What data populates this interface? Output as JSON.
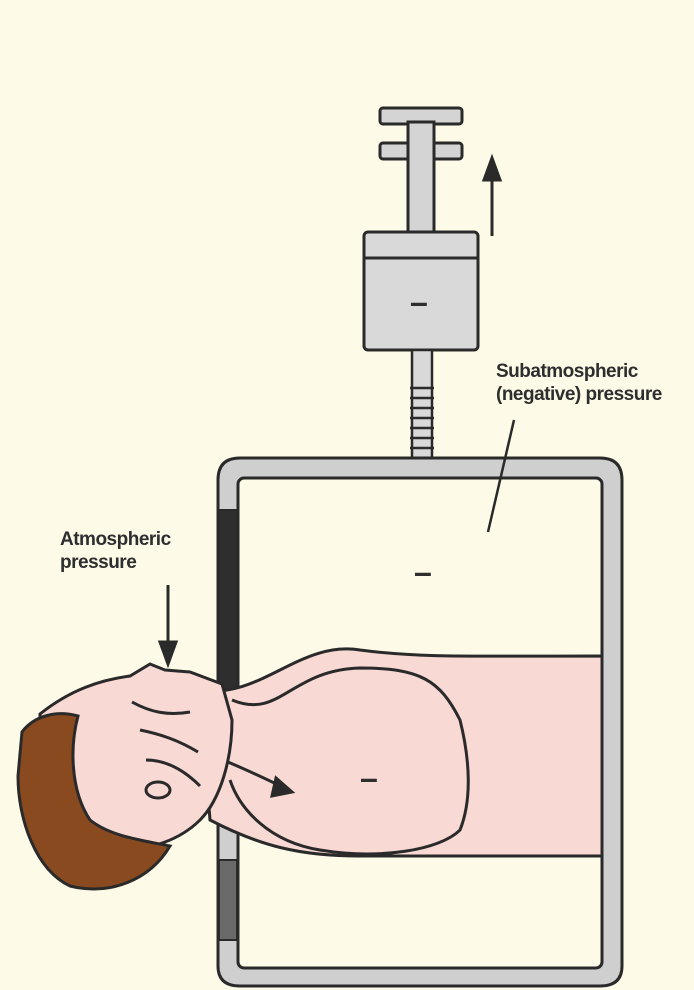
{
  "labels": {
    "atmospheric": [
      "Atmospheric",
      "pressure"
    ],
    "subatmospheric": [
      "Subatmospheric",
      "(negative) pressure"
    ]
  },
  "signs": {
    "syringe": "–",
    "chamber": "–",
    "chest": "–"
  },
  "colors": {
    "background": "#fdfbe8",
    "skin": "#f8d9d4",
    "hair": "#8a4a1f",
    "frame": "#cfcfcf",
    "outline": "#2a2a2a"
  }
}
